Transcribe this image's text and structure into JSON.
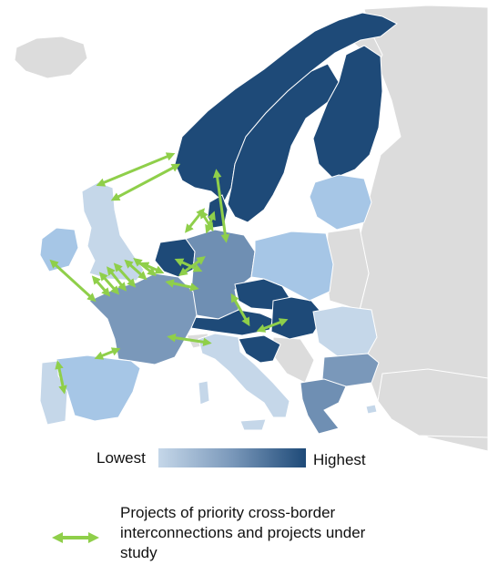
{
  "scale": {
    "low_label": "Lowest",
    "high_label": "Highest",
    "low_color": "#c5d7e9",
    "mid_color": "#7a98ba",
    "high_color": "#1e4a78"
  },
  "legend": {
    "text": "Projects of priority cross-border interconnections and projects under study",
    "icon": "double-arrow-icon",
    "arrow_color": "#8fcf4a"
  },
  "colors": {
    "background": "#ffffff",
    "non_member": "#dcdcdc",
    "border": "#ffffff"
  }
}
